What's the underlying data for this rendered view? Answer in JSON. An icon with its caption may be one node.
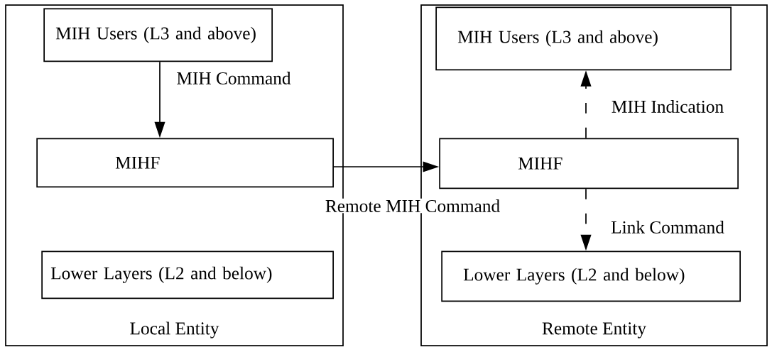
{
  "diagram": {
    "nodes": [
      {
        "text": [
          "Local Entity"
        ]
      },
      {
        "text": [
          "MIH Users (L3 and above)"
        ],
        "in": 0
      },
      {
        "text": [
          "MIHF"
        ],
        "in": 0
      },
      {
        "text": [
          "Lower Layers (L2 and below)"
        ],
        "in": 0
      },
      {
        "text": [
          "Remote Entity"
        ]
      },
      {
        "text": [
          "MIH Users (L3 and above)"
        ],
        "in": 4
      },
      {
        "text": [
          "MIHF"
        ],
        "in": 4
      },
      {
        "text": [
          "Lower Layers (L2 and below)"
        ],
        "in": 4
      }
    ],
    "edges": [
      {
        "from": 1,
        "to": 2,
        "arrow": "to",
        "label": "MIH Command"
      },
      {
        "from": 2,
        "to": 6,
        "arrow": "to",
        "label": "Remote MIH Command"
      },
      {
        "from": 6,
        "to": 5,
        "arrow": "to",
        "style": "dashed",
        "label": "MIH Indication"
      },
      {
        "from": 6,
        "to": 7,
        "arrow": "to",
        "style": "dashed",
        "label": "Link Command"
      }
    ]
  }
}
